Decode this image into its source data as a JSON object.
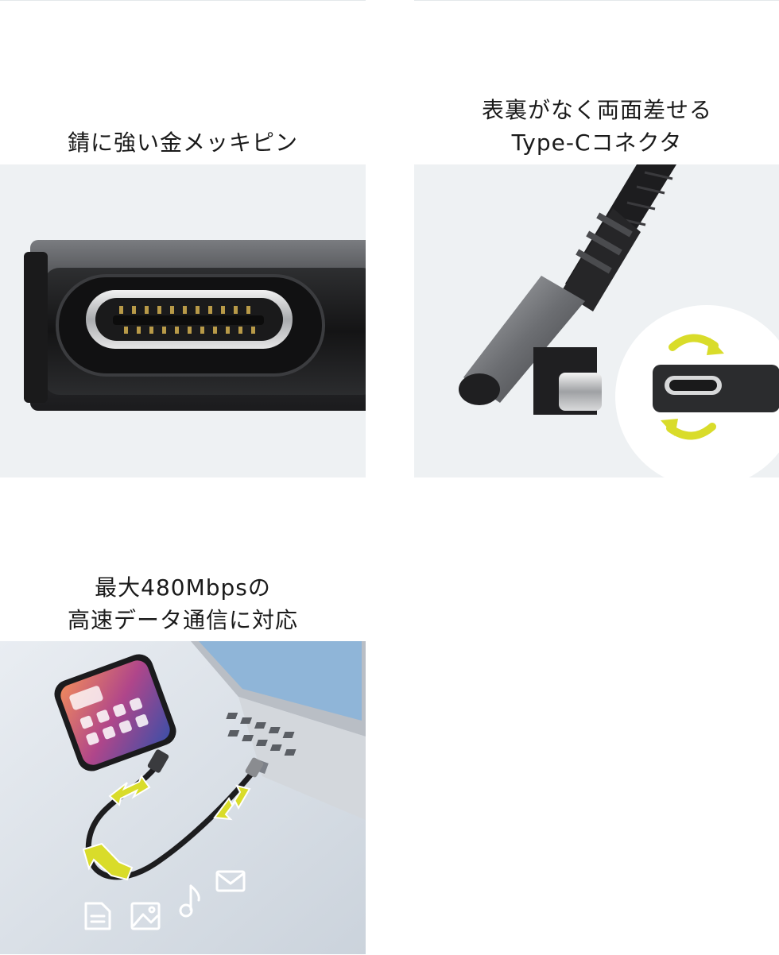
{
  "features": [
    {
      "caption_lines": [
        "錆に強い金メッキピン"
      ]
    },
    {
      "caption_lines": [
        "表裏がなく両面差せる",
        "Type-Cコネクタ"
      ]
    },
    {
      "caption_lines": [
        "最大480Mbpsの",
        "高速データ通信に対応"
      ]
    }
  ],
  "colors": {
    "panel_background": "#eef1f3",
    "accent_arrow": "#d9dc2a",
    "connector_metal": "#8a8c90",
    "cable_black": "#1d1d1f"
  },
  "icons": [
    "document-icon",
    "image-icon",
    "music-note-icon",
    "mail-icon"
  ]
}
